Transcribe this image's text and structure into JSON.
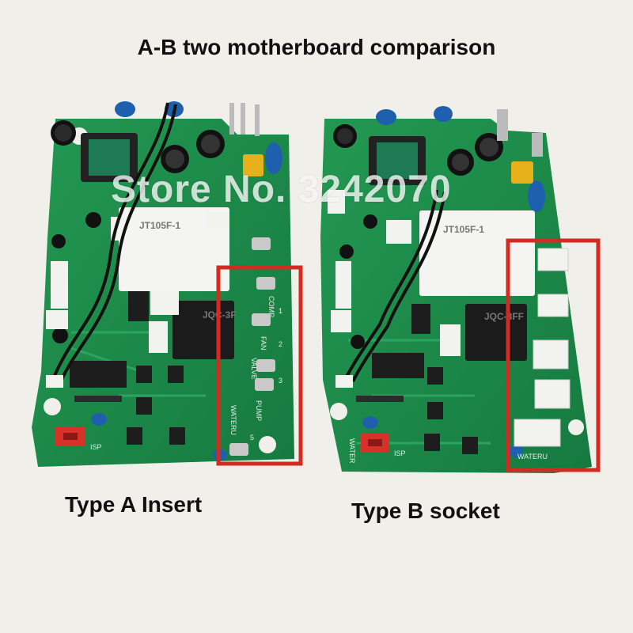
{
  "title": "A-B two motherboard comparison",
  "watermark": "Store No. 3242070",
  "captions": {
    "type_a": "Type A Insert",
    "type_b": "Type B socket"
  },
  "relays": {
    "main": "JT105F-1",
    "small_a": "JQC-3F",
    "small_b": "JQC-3FF"
  },
  "board_a_labels": {
    "comp": "COMP",
    "fan": "FAN",
    "valve": "VALVE",
    "pump": "PUMP",
    "wateru": "WATERU",
    "isp": "ISP",
    "n1": "1",
    "n2": "2",
    "n3": "3",
    "n5": "5"
  },
  "board_b_labels": {
    "isp": "ISP",
    "water": "WATER",
    "wateru": "WATERU"
  },
  "colors": {
    "background": "#f1efe9",
    "pcb": "#1f8a4c",
    "pcb_dark": "#146b38",
    "highlight_box": "#d22b22",
    "relay": "#f4f4f2",
    "capacitor": "#1e3f9a"
  }
}
